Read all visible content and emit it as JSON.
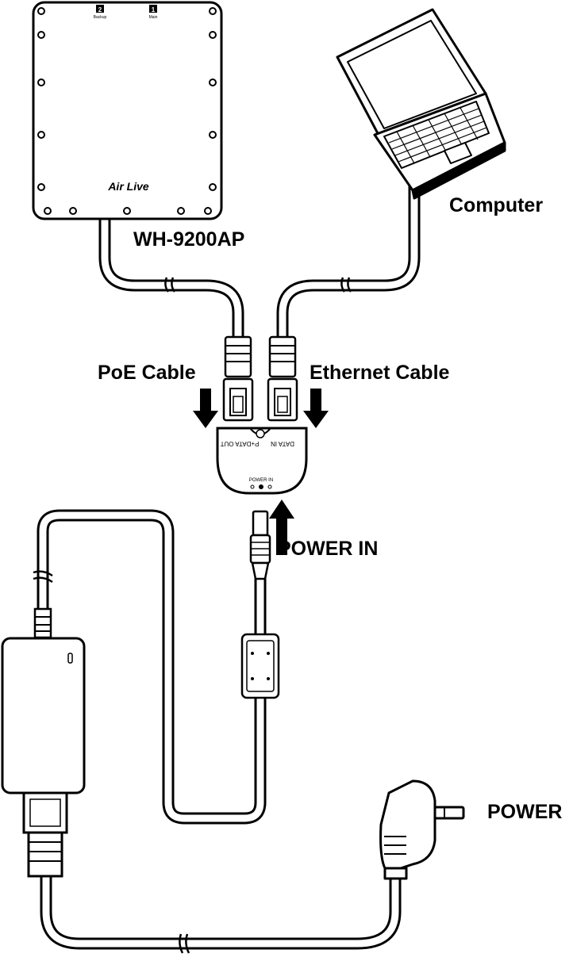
{
  "labels": {
    "device": "WH-9200AP",
    "computer": "Computer",
    "poe_cable": "PoE Cable",
    "ethernet_cable": "Ethernet Cable",
    "power_in": "POWER IN",
    "power": "POWER"
  },
  "device": {
    "brand": "Air Live",
    "port_2": "2",
    "port_1": "1",
    "port_2_caption": "Backup",
    "port_1_caption": "Main"
  },
  "injector": {
    "port_out": "P+DATA OUT",
    "port_in": "DATA IN",
    "power_jack": "POWER IN"
  },
  "icons": [
    "access-point-device",
    "laptop-computer",
    "poe-injector",
    "power-adapter",
    "wall-plug",
    "rj45-connector",
    "dc-plug",
    "ferrite-core",
    "arrow-down",
    "arrow-up"
  ]
}
